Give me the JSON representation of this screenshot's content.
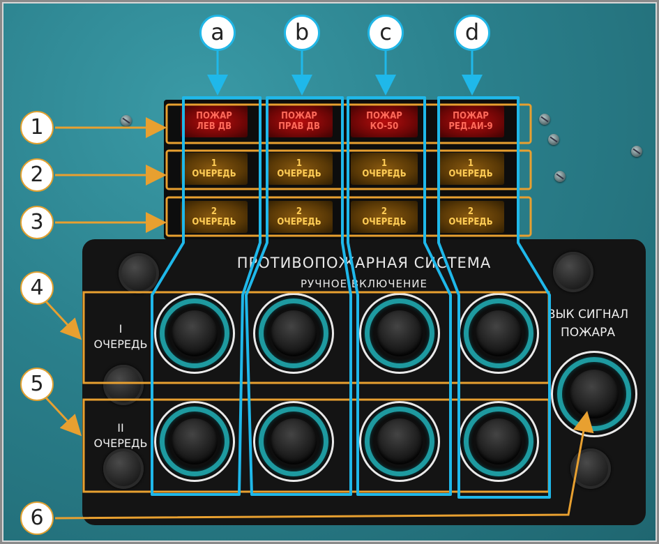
{
  "lamps": {
    "row1": [
      {
        "line1": "ПОЖАР",
        "line2": "ЛЕВ ДВ"
      },
      {
        "line1": "ПОЖАР",
        "line2": "ПРАВ ДВ"
      },
      {
        "line1": "ПОЖАР",
        "line2": "КО-50"
      },
      {
        "line1": "ПОЖАР",
        "line2": "РЕД.АИ-9"
      }
    ],
    "row2": [
      {
        "line1": "1",
        "line2": "ОЧЕРЕДЬ"
      },
      {
        "line1": "1",
        "line2": "ОЧЕРЕДЬ"
      },
      {
        "line1": "1",
        "line2": "ОЧЕРЕДЬ"
      },
      {
        "line1": "1",
        "line2": "ОЧЕРЕДЬ"
      }
    ],
    "row3": [
      {
        "line1": "2",
        "line2": "ОЧЕРЕДЬ"
      },
      {
        "line1": "2",
        "line2": "ОЧЕРЕДЬ"
      },
      {
        "line1": "2",
        "line2": "ОЧЕРЕДЬ"
      },
      {
        "line1": "2",
        "line2": "ОЧЕРЕДЬ"
      }
    ]
  },
  "panel": {
    "title": "ПРОТИВОПОЖАРНАЯ СИСТЕМА",
    "subtitle": "РУЧНОЕ ВКЛЮЧЕНИЕ",
    "row1_label": {
      "line1": "I",
      "line2": "ОЧЕРЕДЬ"
    },
    "row2_label": {
      "line1": "II",
      "line2": "ОЧЕРЕДЬ"
    },
    "alarm_label": {
      "line1": "ВЫК СИГНАЛ",
      "line2": "ПОЖАРА"
    }
  },
  "callouts": {
    "numbers": [
      "1",
      "2",
      "3",
      "4",
      "5",
      "6"
    ],
    "letters": [
      "a",
      "b",
      "c",
      "d"
    ]
  },
  "colors": {
    "callout_orange": "#e8a030",
    "column_blue": "#1fb8ea",
    "panel_teal": "#2a7f8b"
  }
}
